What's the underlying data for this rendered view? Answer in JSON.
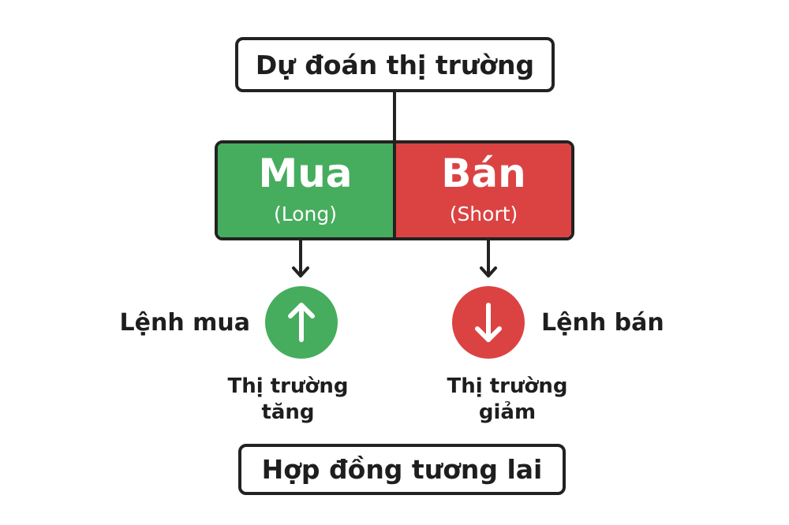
{
  "title": "Dự đoán thị trường",
  "positions": {
    "long": {
      "label": "Mua",
      "sublabel": "(Long)",
      "color": "#46ad5e"
    },
    "short": {
      "label": "Bán",
      "sublabel": "(Short)",
      "color": "#db4343"
    }
  },
  "orders": {
    "buy": {
      "label": "Lệnh mua",
      "icon": "arrow-up-icon",
      "description_line1": "Thị trường",
      "description_line2": "tăng"
    },
    "sell": {
      "label": "Lệnh bán",
      "icon": "arrow-down-icon",
      "description_line1": "Thị trường",
      "description_line2": "giảm"
    }
  },
  "footer": "Hợp đồng tương lai"
}
